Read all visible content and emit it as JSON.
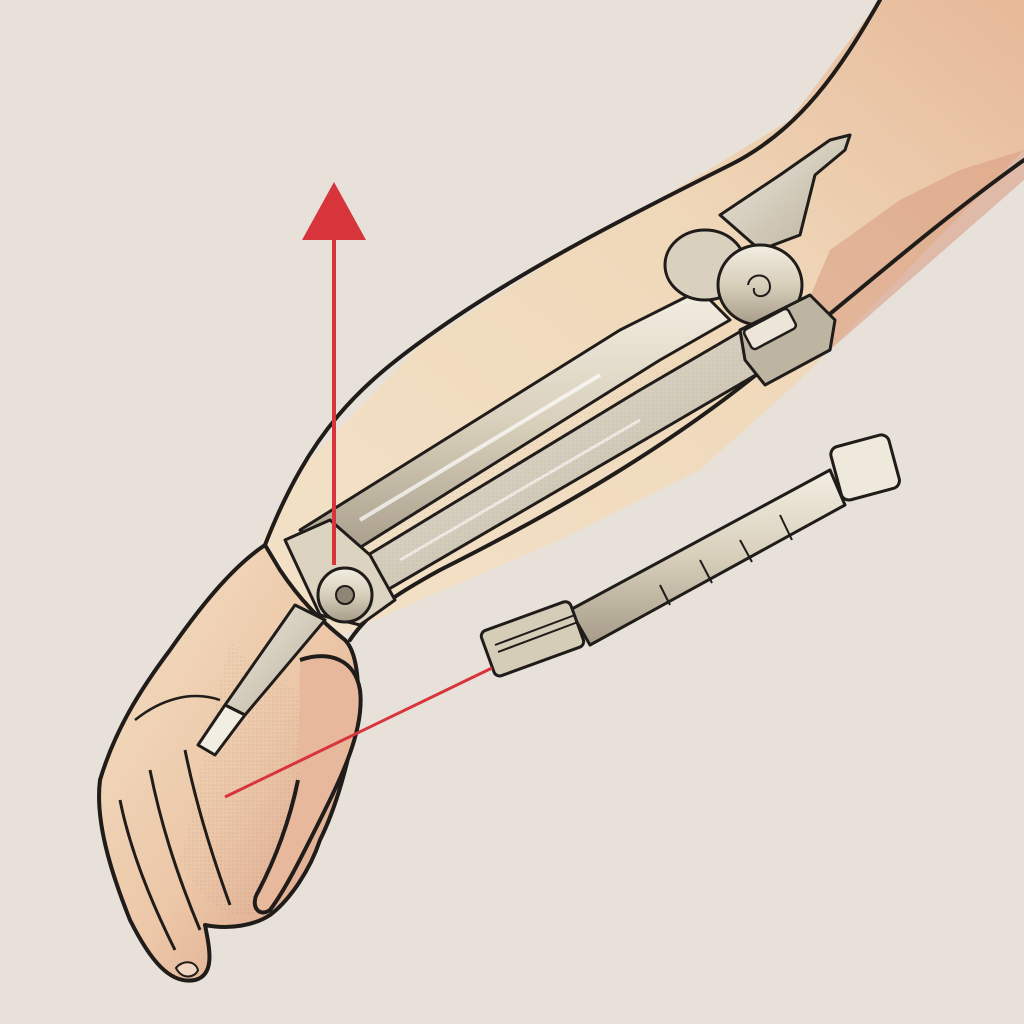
{
  "illustration": {
    "subject": "",
    "colors": {
      "background": "#e8e1d9",
      "skin_light": "#f3dcc0",
      "skin_mid": "#e4b79a",
      "skin_shadow": "#cf8f78",
      "metal_light": "#ece6d6",
      "metal_mid": "#cfc5b1",
      "metal_dark": "#8f8676",
      "outline": "#1f1c1a",
      "pointer_red": "#d8343c"
    },
    "annotations": {
      "up_arrow": {
        "color": "#d8343c",
        "direction": "up"
      },
      "pointer_line": {
        "color": "#d8343c"
      }
    },
    "parts": [
      "forearm-outline",
      "hand",
      "metal-forearm-rods",
      "elbow-joint",
      "wrist-joint",
      "loose-rod-component"
    ]
  }
}
